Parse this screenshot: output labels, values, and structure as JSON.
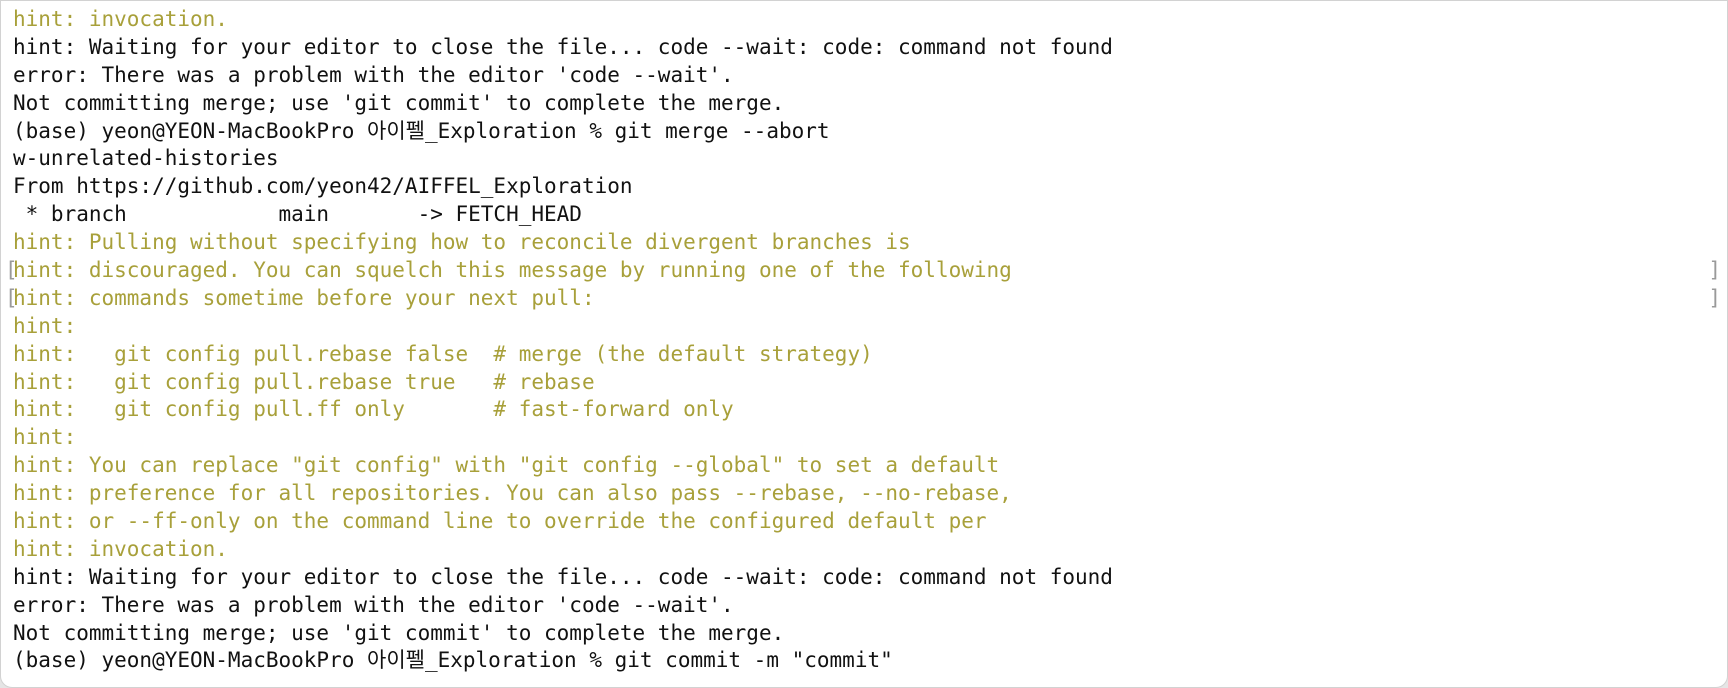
{
  "terminal": {
    "lines": [
      {
        "text": "hint: invocation.",
        "kind": "hint",
        "marked": false
      },
      {
        "text": "hint: Waiting for your editor to close the file... code --wait: code: command not found",
        "kind": "normal",
        "marked": false
      },
      {
        "text": "error: There was a problem with the editor 'code --wait'.",
        "kind": "normal",
        "marked": false
      },
      {
        "text": "Not committing merge; use 'git commit' to complete the merge.",
        "kind": "normal",
        "marked": false
      },
      {
        "text": "(base) yeon@YEON-MacBookPro 아이펠_Exploration % git merge --abort",
        "kind": "normal",
        "marked": false
      },
      {
        "text": "w-unrelated-histories",
        "kind": "normal",
        "marked": false
      },
      {
        "text": "From https://github.com/yeon42/AIFFEL_Exploration",
        "kind": "normal",
        "marked": false
      },
      {
        "text": " * branch            main       -> FETCH_HEAD",
        "kind": "normal",
        "marked": false
      },
      {
        "text": "hint: Pulling without specifying how to reconcile divergent branches is",
        "kind": "hint",
        "marked": false
      },
      {
        "text": "hint: discouraged. You can squelch this message by running one of the following",
        "kind": "hint",
        "marked": true
      },
      {
        "text": "hint: commands sometime before your next pull:",
        "kind": "hint",
        "marked": true
      },
      {
        "text": "hint:",
        "kind": "hint",
        "marked": false
      },
      {
        "text": "hint:   git config pull.rebase false  # merge (the default strategy)",
        "kind": "hint",
        "marked": false
      },
      {
        "text": "hint:   git config pull.rebase true   # rebase",
        "kind": "hint",
        "marked": false
      },
      {
        "text": "hint:   git config pull.ff only       # fast-forward only",
        "kind": "hint",
        "marked": false
      },
      {
        "text": "hint:",
        "kind": "hint",
        "marked": false
      },
      {
        "text": "hint: You can replace \"git config\" with \"git config --global\" to set a default",
        "kind": "hint",
        "marked": false
      },
      {
        "text": "hint: preference for all repositories. You can also pass --rebase, --no-rebase,",
        "kind": "hint",
        "marked": false
      },
      {
        "text": "hint: or --ff-only on the command line to override the configured default per",
        "kind": "hint",
        "marked": false
      },
      {
        "text": "hint: invocation.",
        "kind": "hint",
        "marked": false
      },
      {
        "text": "hint: Waiting for your editor to close the file... code --wait: code: command not found",
        "kind": "normal",
        "marked": false
      },
      {
        "text": "error: There was a problem with the editor 'code --wait'.",
        "kind": "normal",
        "marked": false
      },
      {
        "text": "Not committing merge; use 'git commit' to complete the merge.",
        "kind": "normal",
        "marked": false
      },
      {
        "text": "(base) yeon@YEON-MacBookPro 아이펠_Exploration % git commit -m \"commit\"",
        "kind": "normal",
        "marked": false
      }
    ],
    "colors": {
      "hint": "#a8a03a",
      "normal": "#111111",
      "background": "#ffffff"
    }
  }
}
